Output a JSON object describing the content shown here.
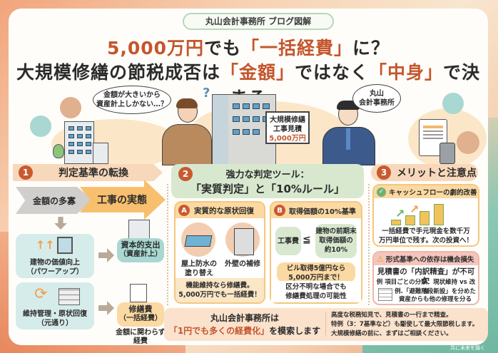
{
  "header": {
    "tag": "丸山会計事務所 ブログ図解",
    "title_line1": {
      "accent": "5,000万円",
      "mid": "でも",
      "accent2": "「一括経費」",
      "tail": "に？"
    },
    "title_line2": {
      "pre": "大規模修繕の節税成否は",
      "accent": "「金額」",
      "mid": "ではなく",
      "accent2": "「中身」",
      "tail": "で決まる"
    }
  },
  "scene": {
    "client_bubble": "金額が大きいから\n資産計上しかない…？",
    "question_mark": "?",
    "sign_line1": "大規模修繕",
    "sign_line2": "工事見積",
    "sign_amount": "5,000万円",
    "advisor_bubble": "丸山\n会計事務所"
  },
  "section1": {
    "number": "1",
    "title": "判定基準の転換",
    "arrow_from": "金額の多寡",
    "arrow_to": "工事の実態",
    "upgrade_label1": "建物の価値向上",
    "upgrade_label2": "（パワーアップ）",
    "capital_label1": "資本的支出",
    "capital_label2": "（資産計上）",
    "maintain_label1": "維持管理・原状回復",
    "maintain_label2": "（元通り）",
    "repair_label1": "修繕費",
    "repair_label2": "（一括経費）",
    "repair_note1": "金額に関わらず",
    "repair_note2": "経費"
  },
  "section2": {
    "number": "2",
    "title_line1": "強力な判定ツール：",
    "title_line2": "「実質判定」と「10%ルール」",
    "panelA": {
      "badge": "A",
      "title": "実質的な原状回復",
      "item1_line1": "屋上防水の",
      "item1_line2": "塗り替え",
      "item2": "外壁の補修",
      "note_line1": "機能維持なら修繕費。",
      "note_line2": "5,000万円でも一括経費！"
    },
    "panelB": {
      "badge": "B",
      "title": "取得価額の10%基準",
      "left": "工事費",
      "op": "≦",
      "right_line1": "建物の前期末",
      "right_line2": "取得価額の",
      "right_line3": "約10%",
      "example_line1": "ビル取得5億円なら",
      "example_line2": "5,000万円まで！",
      "note_line1": "区分不明な場合でも",
      "note_line2": "修繕費処理の可能性"
    }
  },
  "section3": {
    "number": "3",
    "title": "メリットと注意点",
    "merit": {
      "title": "キャッシュフローの劇的改善",
      "line1": "一括経費で手元現金を数千万",
      "line2": "万円単位で残す。次の投資へ！"
    },
    "caution": {
      "title": "形式基準への依存は機会損失",
      "headline": "見積書の「内訳精査」が不可欠",
      "example": "例 項目ごとの分類：現状維持 vs 改良",
      "detail_line1": "例.「避難階段新設」を分めた",
      "detail_line2": "資産からも他の修理を分る"
    }
  },
  "footer": {
    "left_line1": "丸山会計事務所は",
    "left_accent": "「1円でも多くの経費化」",
    "left_tail": "を模索します",
    "right_line1": "高度な税務知見で、見積書の一行まで精査。",
    "right_line2": "特例（3：7基準など）も駆使して最大限節税します。",
    "right_line3": "大規模修繕の前に、まずはご相談ください。",
    "tagline": "共に未来を描く"
  },
  "colors": {
    "accent": "#c4562d",
    "section1_head": "#f8d8bb",
    "section2_head": "#d7e8cf",
    "section3_head": "#f8d8bb",
    "panel_teal": "#d6ecea",
    "panel_orange": "#fbd9a2",
    "caution_red": "#f3c6bd"
  }
}
